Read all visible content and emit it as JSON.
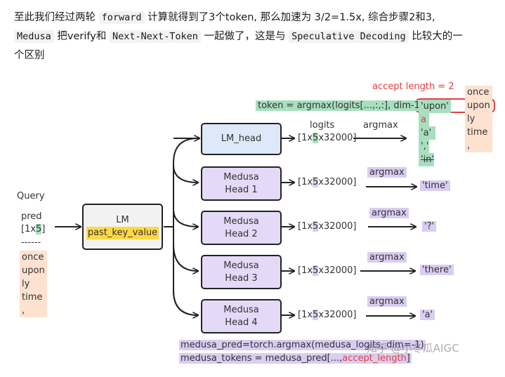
{
  "intro": {
    "l1_a": "至此我们经过两轮 ",
    "l1_code": "forward",
    "l1_b": " 计算就得到了3个token, 那么加速为 3/2=1.5x, 综合步骤2和3,",
    "l2_code1": "Medusa",
    "l2_a": " 把verify和 ",
    "l2_code2": "Next-Next-Token",
    "l2_b": " 一起做了，这是与 ",
    "l2_code3": "Speculative Decoding",
    "l2_c": " 比较大的一",
    "l3": "个区别"
  },
  "diagram": {
    "accept_length_label": "accept length = 2",
    "token_formula": "token = argmax(logits[...,:,:], dim-1)",
    "query_label": "Query",
    "pred_label": "pred",
    "pred_shape_pre": "[1x",
    "pred_shape_hl": "5",
    "pred_shape_post": "]",
    "divider": "------",
    "query_tokens": [
      "once",
      "upon",
      "ly",
      "time",
      ","
    ],
    "lm_box_line1": "LM",
    "lm_box_line2": "past_key_value",
    "lm_head_label": "LM_head",
    "heads": [
      {
        "line1": "Medusa",
        "line2": "Head 1",
        "token": "'time'"
      },
      {
        "line1": "Medusa",
        "line2": "Head 2",
        "token": "'?'"
      },
      {
        "line1": "Medusa",
        "line2": "Head 3",
        "token": "'there'"
      },
      {
        "line1": "Medusa",
        "line2": "Head 4",
        "token": "'a'"
      }
    ],
    "logits_label": "logits",
    "argmax_label": "argmax",
    "shape_pre": "[1x",
    "shape_hl": "5",
    "shape_post": "x32000]",
    "lm_tokens": [
      "'upon'",
      "a",
      "'a'",
      "','",
      "'in'"
    ],
    "right_column": [
      "once",
      "upon",
      "ly",
      "time",
      ","
    ],
    "bottom_line1": "medusa_pred=torch.argmax(medusa_logits, dim=-1)",
    "bottom_line2_pre": "medusa_tokens = medusa_pred[...,",
    "bottom_line2_red": "accept_length",
    "bottom_line2_post": "]",
    "watermark": "知乎 @小冬瓜AIGC"
  },
  "colors": {
    "green_highlight": "#a8dfbf",
    "purple_highlight": "#d9cdf2",
    "peach_highlight": "#fde2d0",
    "yellow_highlight": "#ffd943",
    "accent_red": "#e0403f",
    "lm_head_fill": "#dde9f8",
    "medusa_head_fill": "#e4d9f6"
  }
}
